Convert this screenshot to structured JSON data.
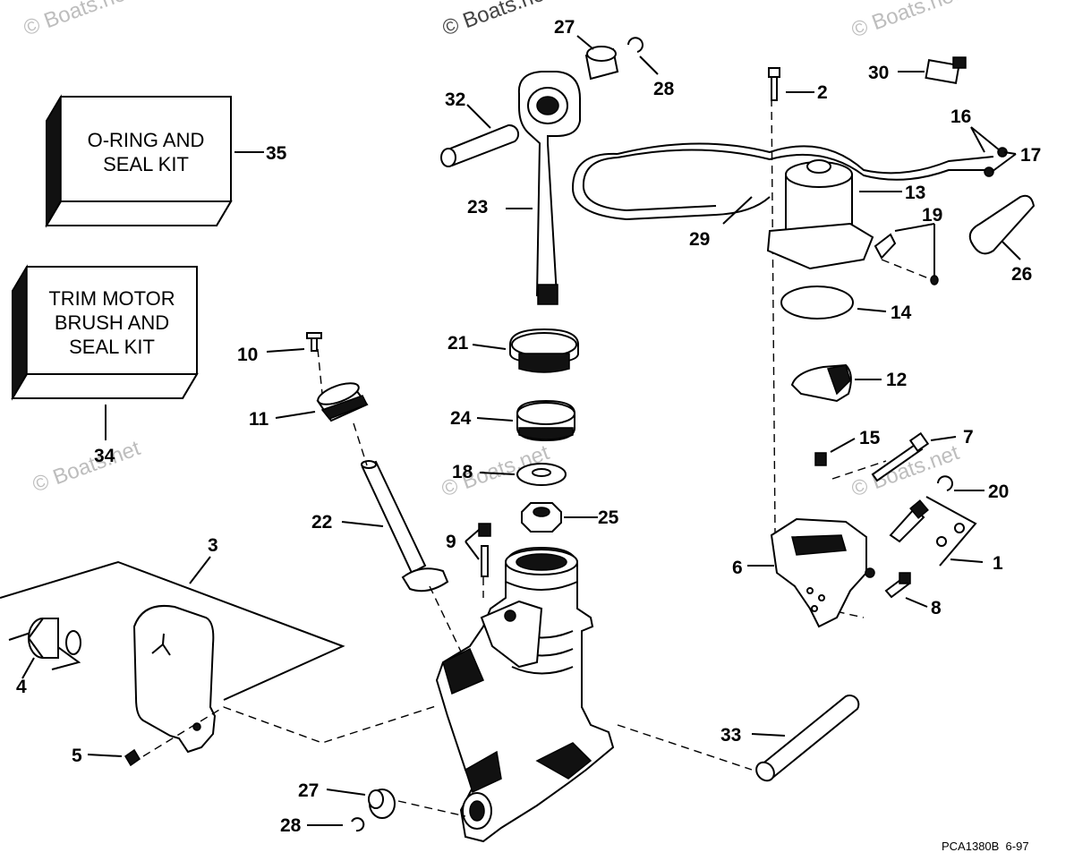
{
  "watermark": "© Boats.net",
  "diagram_code": "PCA1380B  6-97",
  "kits": {
    "oring_kit": {
      "line1": "O-RING AND",
      "line2": "SEAL KIT"
    },
    "trim_motor_kit": {
      "line1": "TRIM MOTOR",
      "line2": "BRUSH AND",
      "line3": "SEAL KIT"
    }
  },
  "parts": [
    {
      "number": "1"
    },
    {
      "number": "2"
    },
    {
      "number": "3"
    },
    {
      "number": "4"
    },
    {
      "number": "5"
    },
    {
      "number": "6"
    },
    {
      "number": "7"
    },
    {
      "number": "8"
    },
    {
      "number": "9"
    },
    {
      "number": "10"
    },
    {
      "number": "11"
    },
    {
      "number": "12"
    },
    {
      "number": "13"
    },
    {
      "number": "14"
    },
    {
      "number": "15"
    },
    {
      "number": "16"
    },
    {
      "number": "17"
    },
    {
      "number": "18"
    },
    {
      "number": "19"
    },
    {
      "number": "20"
    },
    {
      "number": "21"
    },
    {
      "number": "22"
    },
    {
      "number": "23"
    },
    {
      "number": "24"
    },
    {
      "number": "25"
    },
    {
      "number": "26"
    },
    {
      "number": "27"
    },
    {
      "number": "28"
    },
    {
      "number": "29"
    },
    {
      "number": "30"
    },
    {
      "number": "32"
    },
    {
      "number": "33"
    },
    {
      "number": "34"
    },
    {
      "number": "35"
    },
    {
      "number": "27"
    },
    {
      "number": "28"
    }
  ]
}
